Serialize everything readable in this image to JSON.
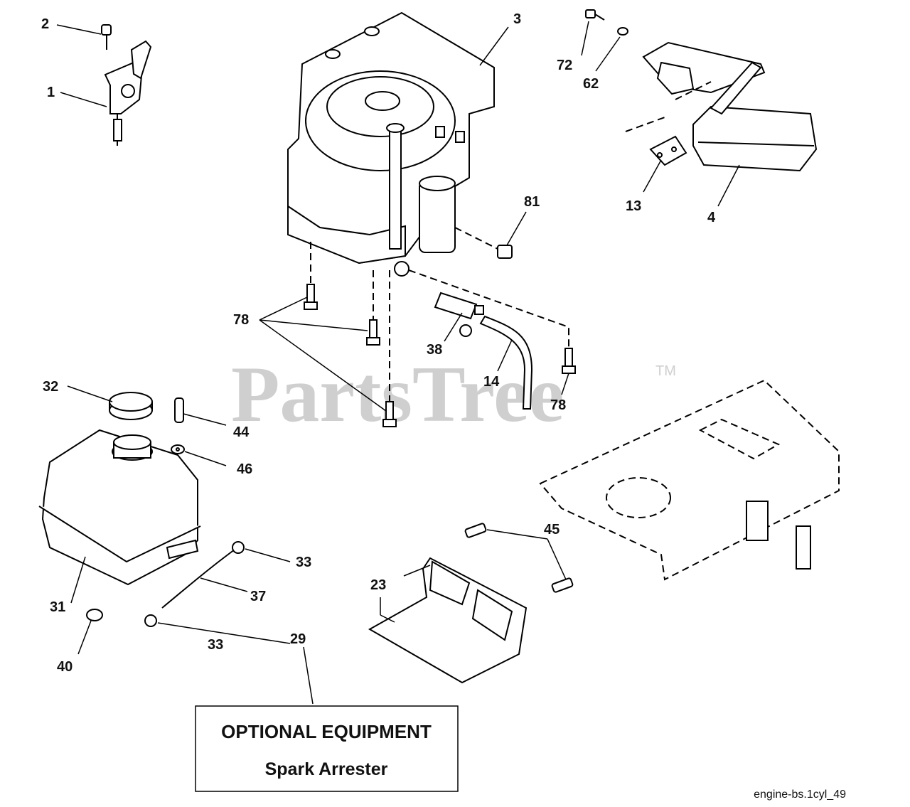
{
  "watermark": {
    "text": "PartsTree",
    "trademark": "TM"
  },
  "callouts": [
    "1",
    "2",
    "3",
    "4",
    "13",
    "14",
    "23",
    "29",
    "31",
    "32",
    "33",
    "33",
    "37",
    "38",
    "40",
    "44",
    "45",
    "46",
    "62",
    "72",
    "78",
    "78",
    "81"
  ],
  "optional_box": {
    "title": "OPTIONAL EQUIPMENT",
    "subtitle": "Spark Arrester"
  },
  "footer_code": "engine-bs.1cyl_49"
}
